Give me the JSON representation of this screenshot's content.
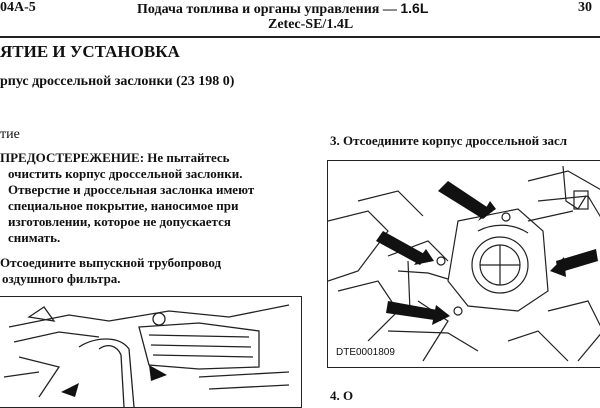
{
  "header": {
    "code": "04A-5",
    "title_main": "Подача топлива и органы управления —",
    "title_engine": "1.6L",
    "subtitle": "Zetec-SE/1.4L",
    "page_fragment": "30"
  },
  "section": {
    "heading": "ЯТИЕ И УСТАНОВКА",
    "subheading": "рпус дроссельной заслонки (23 198 0)",
    "sub_label": "тие"
  },
  "left": {
    "caution_label": "ПРЕДОСТЕРЕЖЕНИЕ:",
    "caution_lines": [
      " Не пытайтесь",
      "очистить корпус дроссельной заслонки.",
      "Отверстие и дроссельная заслонка имеют",
      "специальное покрытие, наносимое при",
      "изготовлении, которое не допускается",
      "снимать."
    ],
    "step_lines": [
      "Отсоедините выпускной трубопровод",
      "оздушного фильтра."
    ]
  },
  "right": {
    "step3": "3. Отсоедините корпус дроссельной засл",
    "figure_id": "DTE0001809",
    "bottom_fragment": "4. О"
  }
}
